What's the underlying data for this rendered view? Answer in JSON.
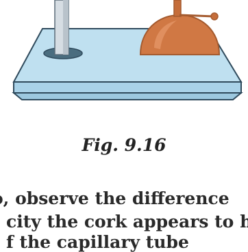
{
  "figure": {
    "caption": "Fig. 9.16"
  },
  "body_text": {
    "line1": "o, observe the difference",
    "line2": "city the cork appears to h",
    "line3": "f the capillary tube"
  },
  "colors": {
    "stand_base_fill": "#b7dcef",
    "stand_outline": "#2f4a5c",
    "rod_fill": "#cfd8e0",
    "cork_fill": "#d27a45",
    "cork_highlight": "#e09060",
    "hole": "#4a6d7f"
  }
}
